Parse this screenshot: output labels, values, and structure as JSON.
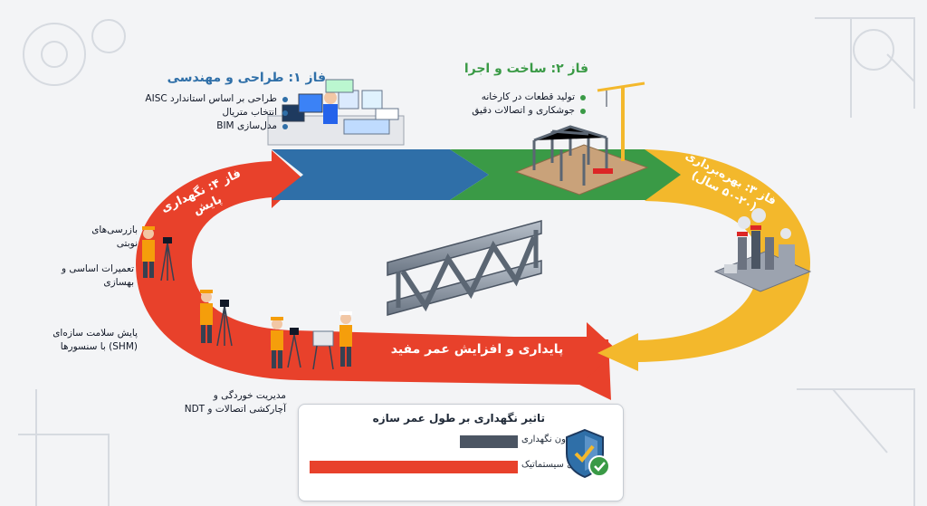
{
  "phases": {
    "design": {
      "title": "فاز ۱: طراحی و مهندسی",
      "items": [
        "طراحی بر اساس استاندارد AISC",
        "انتخاب متریال",
        "مدل‌سازی BIM"
      ]
    },
    "construction": {
      "title": "فاز ۲: ساخت و اجرا",
      "items": [
        "تولید قطعات در کارخانه",
        "جوشکاری و اتصالات دقیق"
      ]
    },
    "operation": {
      "title_line1": "فاز ۳: بهره‌برداری",
      "title_line2": "(۵۰-۲۰ سال)"
    },
    "maintenance": {
      "title_line1": "فاز ۴: نگهداری",
      "title_line2": "پایش"
    }
  },
  "maintenance_notes": [
    [
      "بازرسی‌های",
      "نوبتی"
    ],
    [
      "تعمیرات اساسی و",
      "بهسازی"
    ],
    [
      "پایش سلامت سازه‌ای",
      "(SHM) با سنسورها"
    ],
    [
      "مدیریت خوردگی و",
      "آچارکشی اتصالات و NDT"
    ]
  ],
  "center_arrow_label": "پایداری و افزایش عمر مفید",
  "impact_panel": {
    "title": "تاثیر نگهداری بر طول عمر سازه",
    "bars": [
      {
        "label": "بدون نگهداری",
        "value": 0.28,
        "color": "#4b5563"
      },
      {
        "label": "با نگهداری سیستماتیک",
        "value": 1.0,
        "color": "#e8412b"
      }
    ]
  },
  "colors": {
    "design": "#2f6fa8",
    "construction": "#3a9a46",
    "operation": "#f3b82c",
    "maintenance": "#e8412b"
  },
  "icons": [
    "engineer-desk-icon",
    "crane-construction-icon",
    "factory-icon",
    "surveyor-icon",
    "steel-truss-icon",
    "shield-check-icon"
  ]
}
